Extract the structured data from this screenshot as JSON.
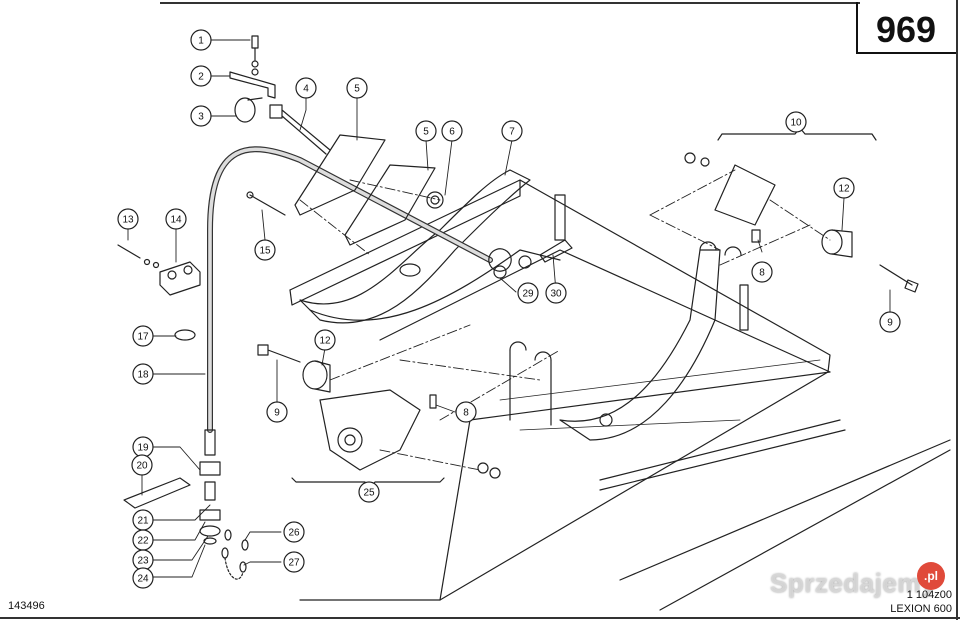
{
  "header": {
    "page_number": "969"
  },
  "footer": {
    "drawing_code": "143496",
    "drawing_ref": "1 104z00",
    "model": "LEXION 600"
  },
  "watermark": {
    "text": "Sprzedajemy",
    "badge": ".pl",
    "badge_color": "#e04a3a"
  },
  "callouts": [
    {
      "id": "c1",
      "label": "1"
    },
    {
      "id": "c2",
      "label": "2"
    },
    {
      "id": "c3",
      "label": "3"
    },
    {
      "id": "c4",
      "label": "4"
    },
    {
      "id": "c5a",
      "label": "5"
    },
    {
      "id": "c5b",
      "label": "5"
    },
    {
      "id": "c6",
      "label": "6"
    },
    {
      "id": "c7",
      "label": "7"
    },
    {
      "id": "c8a",
      "label": "8"
    },
    {
      "id": "c8b",
      "label": "8"
    },
    {
      "id": "c9a",
      "label": "9"
    },
    {
      "id": "c9b",
      "label": "9"
    },
    {
      "id": "c10",
      "label": "10"
    },
    {
      "id": "c12a",
      "label": "12"
    },
    {
      "id": "c12b",
      "label": "12"
    },
    {
      "id": "c13",
      "label": "13"
    },
    {
      "id": "c14",
      "label": "14"
    },
    {
      "id": "c15",
      "label": "15"
    },
    {
      "id": "c17",
      "label": "17"
    },
    {
      "id": "c18",
      "label": "18"
    },
    {
      "id": "c19",
      "label": "19"
    },
    {
      "id": "c20",
      "label": "20"
    },
    {
      "id": "c21",
      "label": "21"
    },
    {
      "id": "c22",
      "label": "22"
    },
    {
      "id": "c23",
      "label": "23"
    },
    {
      "id": "c24",
      "label": "24"
    },
    {
      "id": "c25",
      "label": "25"
    },
    {
      "id": "c26",
      "label": "26"
    },
    {
      "id": "c27",
      "label": "27"
    },
    {
      "id": "c29",
      "label": "29"
    },
    {
      "id": "c30",
      "label": "30"
    }
  ]
}
